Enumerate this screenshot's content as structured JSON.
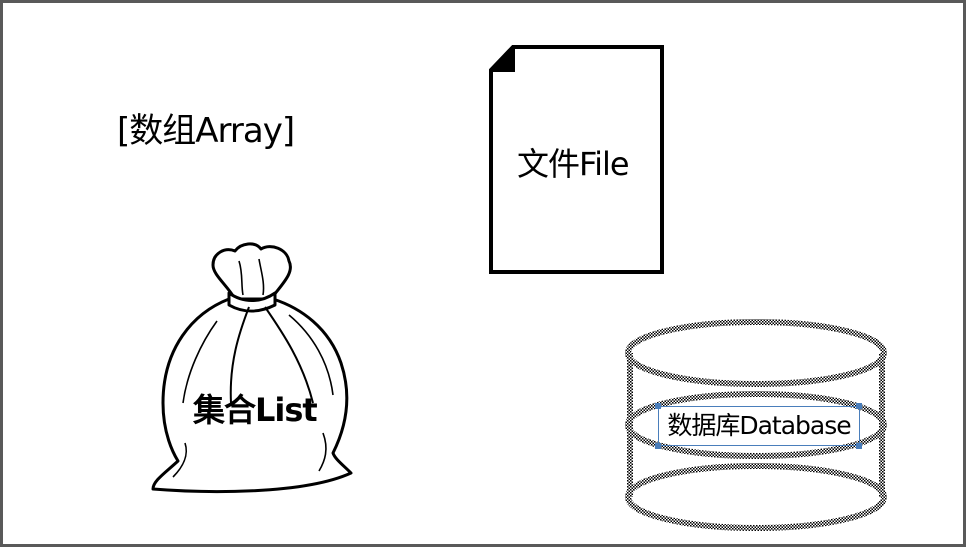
{
  "labels": {
    "array": "[数组Array]",
    "file": "文件File",
    "list": "集合List",
    "database": "数据库Database"
  },
  "colors": {
    "frame": "#595959",
    "stroke": "#000000",
    "selection": "#4a7ebb"
  }
}
